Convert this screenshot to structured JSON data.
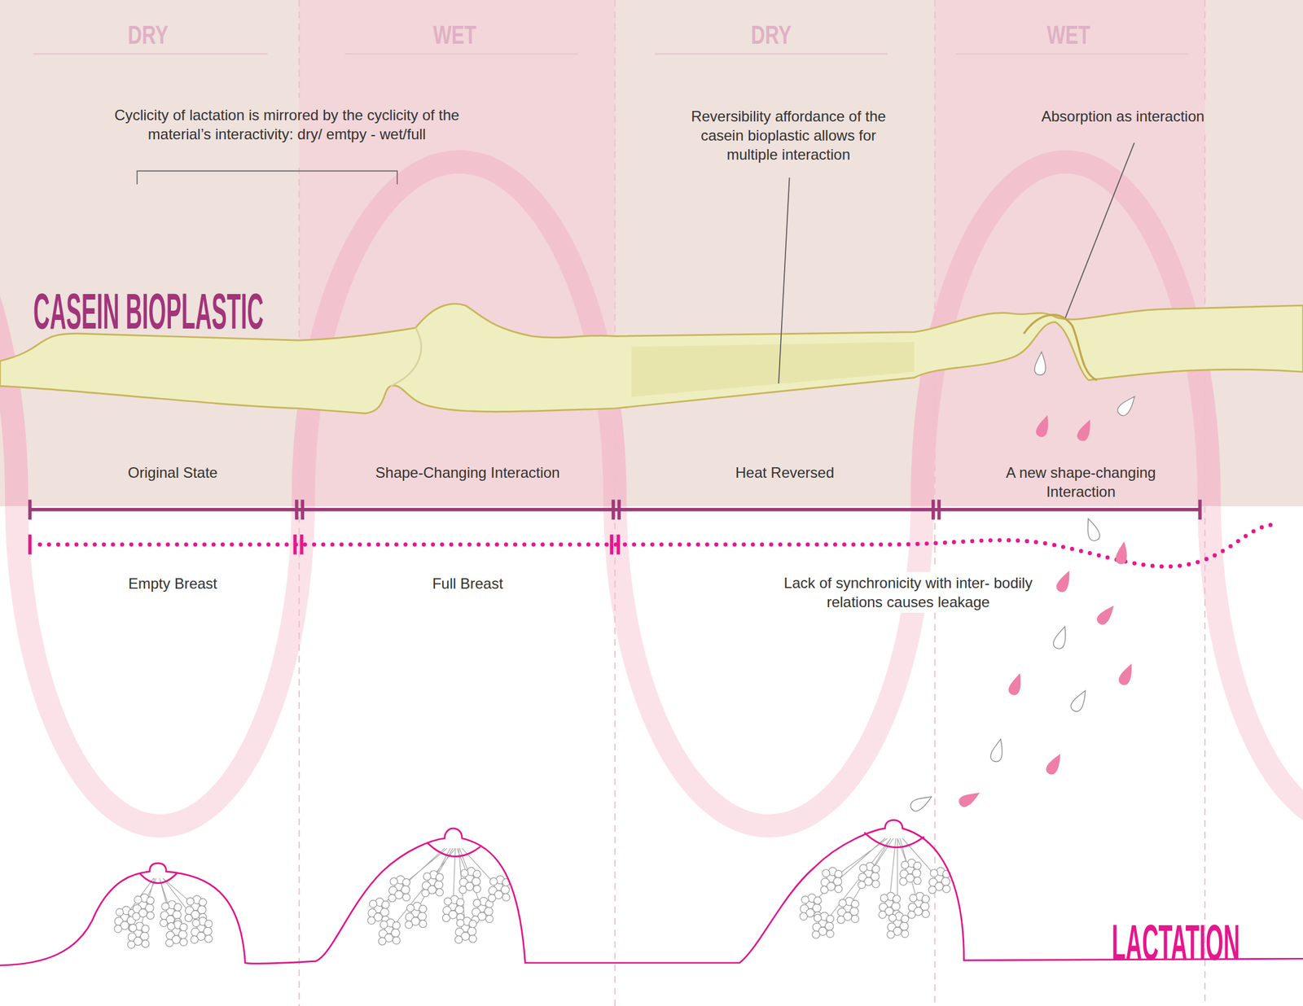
{
  "diagram": {
    "labels": [
      "DRY",
      "WET",
      "DRY",
      "WET",
      "Cyclicity of lactation is mirrored by the cyclicity of the material’s interactivity: dry/ emtpy - wet/full",
      "Reversibility affordance of the casein bioplastic allows for multiple interaction",
      "Absorption as interaction",
      "CASEIN BIOPLASTIC",
      "Original State",
      "Shape-Changing Interaction",
      "Heat Reversed",
      "A new shape-changing Interaction",
      "Empty Breast",
      "Full Breast",
      "Lack of synchronicity with inter- bodily relations causes leakage",
      "LACTATION"
    ]
  }
}
